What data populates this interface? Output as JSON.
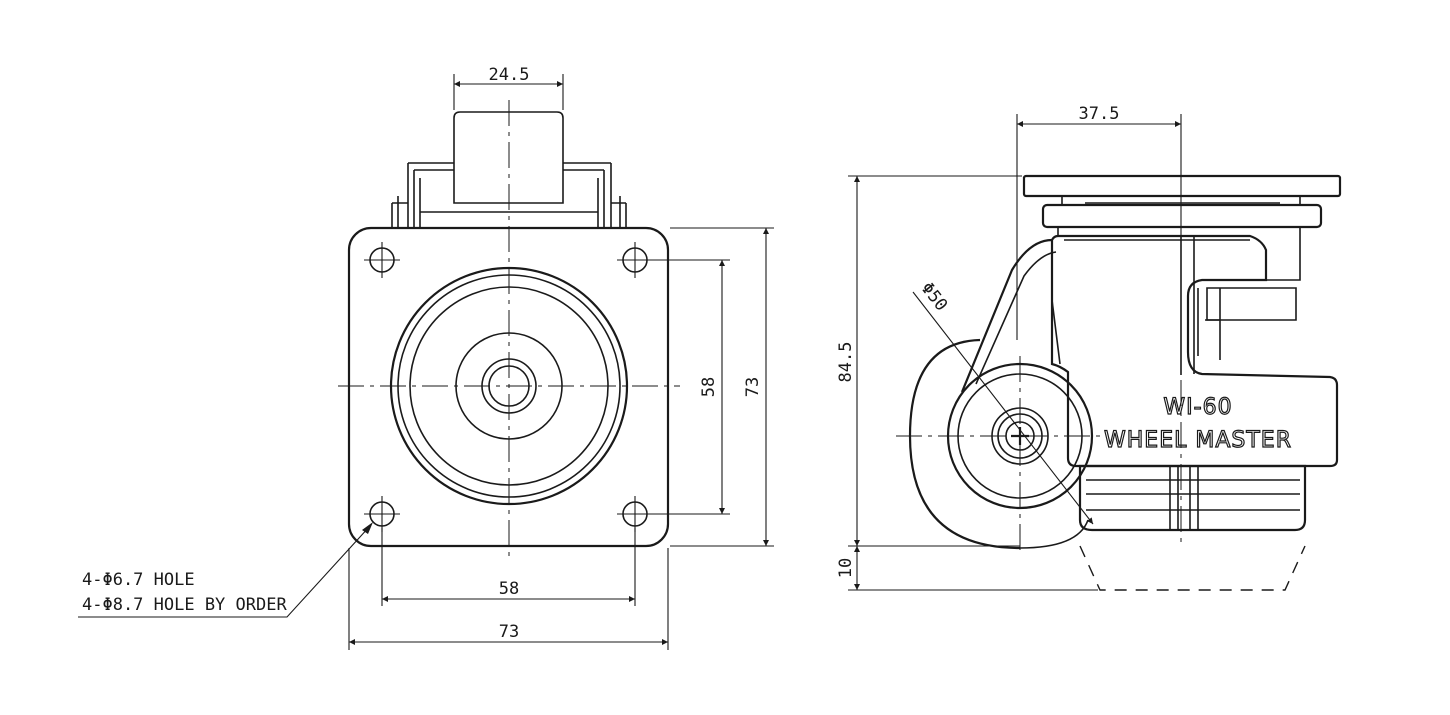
{
  "front_view": {
    "dim_stem_width": "24.5",
    "dim_bolt_spacing_h": "58",
    "dim_plate_width": "73",
    "dim_bolt_spacing_v": "58",
    "dim_plate_height": "73",
    "hole_note_line1": "4-Φ6.7 HOLE",
    "hole_note_line2": "4-Φ8.7 HOLE BY ORDER"
  },
  "side_view": {
    "dim_offset": "37.5",
    "dim_total_height": "84.5",
    "dim_wheel_diameter": "Φ50",
    "dim_leveling": "10",
    "brand_model": "WI-60",
    "brand_name": "WHEEL MASTER"
  }
}
